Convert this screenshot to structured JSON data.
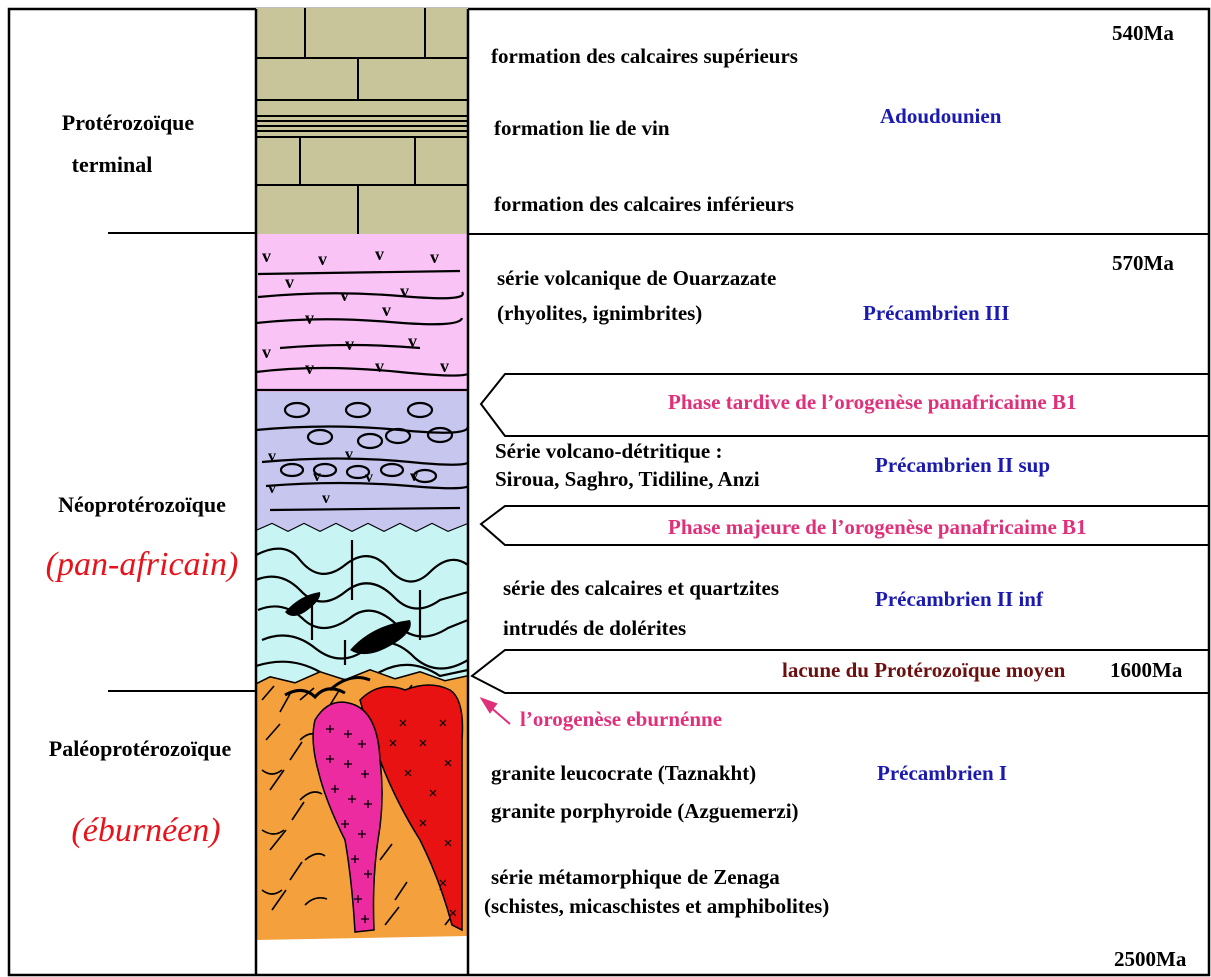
{
  "colors": {
    "frame": "#000000",
    "calcaire": "#c9c59a",
    "volcanique": "#f9c3f5",
    "detritique": "#c6c6ee",
    "quartzite": "#c8f4f4",
    "eburneen": "#f3a03d",
    "granite_leucocrate": "#ec2ba0",
    "granite_porphyroide": "#e81212",
    "blue_label": "#1a1ab0",
    "pink_label": "#e0307a",
    "brown_label": "#6b0f0f",
    "red_label": "#e8121a"
  },
  "eras": {
    "proterozoique_terminal_line1": "Protérozoïque",
    "proterozoique_terminal_line2": "terminal",
    "neoproterozoique": "Néoprotérozoïque",
    "neoproterozoique_sub": "(pan-africain)",
    "paleoproterozoique": "Paléoprotérozoïque",
    "paleoproterozoique_sub": "(éburnéen)"
  },
  "ages": {
    "a540": "540Ma",
    "a570": "570Ma",
    "a1600": "1600Ma",
    "a2500": "2500Ma"
  },
  "formations": {
    "calcaires_sup": "formation des calcaires supérieurs",
    "lie_de_vin": "formation lie de vin",
    "calcaires_inf": "formation des calcaires inférieurs",
    "ouarzazate_1": "série volcanique de Ouarzazate",
    "ouarzazate_2": "(rhyolites, ignimbrites)",
    "volcano_1": "Série volcano-détritique :",
    "volcano_2": "Siroua, Saghro, Tidiline, Anzi",
    "calc_quartz_1": "série des calcaires et quartzites",
    "calc_quartz_2": "intrudés de dolérites",
    "granite_leuco": "granite leucocrate (Taznakht)",
    "granite_porph": "granite porphyroide (Azguemerzi)",
    "zenaga_1": "série métamorphique de Zenaga",
    "zenaga_2": "(schistes, micaschistes et amphibolites)"
  },
  "stages": {
    "adoudounien": "Adoudounien",
    "precambrien_3": "Précambrien III",
    "precambrien_2_sup": "Précambrien II sup",
    "precambrien_2_inf": "Précambrien II inf",
    "precambrien_1": "Précambrien I"
  },
  "events": {
    "phase_tardive": "Phase  tardive  de l’orogenèse panafricaime B1",
    "phase_majeure": "Phase  majeure de l’orogenèse panafricaime B1",
    "lacune": "lacune du Protérozoïque moyen",
    "eburnenne": "l’orogenèse eburnénne"
  }
}
